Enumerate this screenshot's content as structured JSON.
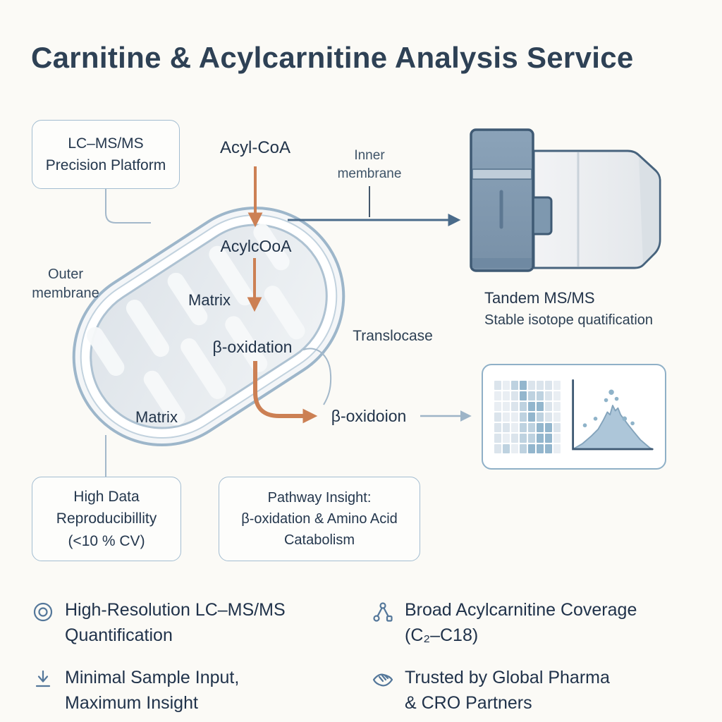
{
  "title": "Carnitine & Acylcarnitine Analysis Service",
  "boxes": {
    "platform": {
      "lines": [
        "LC–MS/MS",
        "Precision Platform"
      ]
    },
    "reproducibility": {
      "lines": [
        "High Data",
        "Reproducibillity",
        "(<10 % CV)"
      ]
    },
    "pathway": {
      "lines": [
        "Pathway Insight:",
        "β-oxidation & Amino Acid",
        "Catabolism"
      ]
    }
  },
  "labels": {
    "acyl_coa": "Acyl-CoA",
    "inner_membrane": [
      "Inner",
      "membrane"
    ],
    "outer_membrane": [
      "Outer",
      "membrane"
    ],
    "acylcooa": "AcylcOoA",
    "matrix_upper": "Matrix",
    "beta_oxidation": "β-oxidation",
    "translocase": "Translocase",
    "matrix_lower": "Matrix",
    "beta_oxidoion": "β-oxidoion"
  },
  "instrument_caption": {
    "title": "Tandem MS/MS",
    "subtitle": "Stable isotope quatification"
  },
  "features": [
    {
      "icon": "target-icon",
      "lines": [
        "High-Resolution LC–MS/MS",
        "Quantification"
      ]
    },
    {
      "icon": "molecule-icon",
      "lines": [
        "Broad Acylcarnitine Coverage",
        "(C₂–C18)"
      ]
    },
    {
      "icon": "sample-input-icon",
      "lines": [
        "Minimal Sample Input,",
        "Maximum Insight"
      ]
    },
    {
      "icon": "handshake-icon",
      "lines": [
        "Trusted by Global Pharma",
        "& CRO Partners"
      ]
    }
  ],
  "colors": {
    "background": "#fbfaf6",
    "ink": "#2e4155",
    "muted_ink": "#44586c",
    "box_border": "#a3bdd1",
    "membrane": "#a9c0d2",
    "arrow_orange": "#cc8054",
    "arrow_blue": "#4a6b8a",
    "instrument_dark": "#7e98af",
    "instrument_light": "#eceef0"
  },
  "chart_data": {
    "type": "heatmap",
    "title": "",
    "description": "Decorative results panel: acylcarnitine heatmap beside a mass-spectrum peak with scatter dots",
    "heatmap": {
      "rows": 7,
      "cols": 8,
      "palette": [
        "#e9eef3",
        "#dbe4ec",
        "#bed2e0",
        "#93b6cd"
      ],
      "intensities": [
        [
          1,
          0,
          2,
          3,
          1,
          1,
          1,
          0
        ],
        [
          0,
          0,
          1,
          3,
          2,
          2,
          1,
          0
        ],
        [
          0,
          0,
          1,
          2,
          3,
          3,
          1,
          0
        ],
        [
          1,
          0,
          0,
          2,
          3,
          2,
          1,
          0
        ],
        [
          1,
          1,
          0,
          2,
          2,
          3,
          3,
          1
        ],
        [
          1,
          0,
          1,
          2,
          2,
          3,
          3,
          0
        ],
        [
          1,
          2,
          0,
          2,
          3,
          3,
          3,
          0
        ]
      ]
    },
    "peak": {
      "style": "filled area with scatter dots",
      "fill": "#a9c4d8",
      "axis_color": "#3d5872"
    }
  }
}
